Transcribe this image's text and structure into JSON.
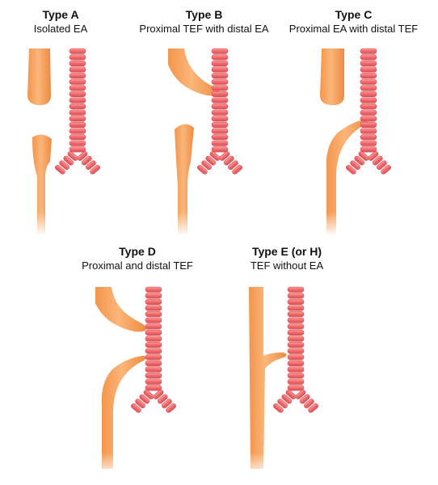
{
  "diagrams": [
    {
      "title": "Type A",
      "description": "Isolated EA"
    },
    {
      "title": "Type B",
      "description": "Proximal TEF with distal EA"
    },
    {
      "title": "Type C",
      "description": "Proximal EA with distal TEF"
    },
    {
      "title": "Type D",
      "description": "Proximal and distal TEF"
    },
    {
      "title": "Type E (or H)",
      "description": "TEF without EA"
    }
  ],
  "colors": {
    "esophagus": "#f7a05a",
    "esophagus_shadow": "#e8823a",
    "trachea_ring": "#f07070",
    "trachea_ring_edge": "#d94f55",
    "background": "#ffffff"
  }
}
